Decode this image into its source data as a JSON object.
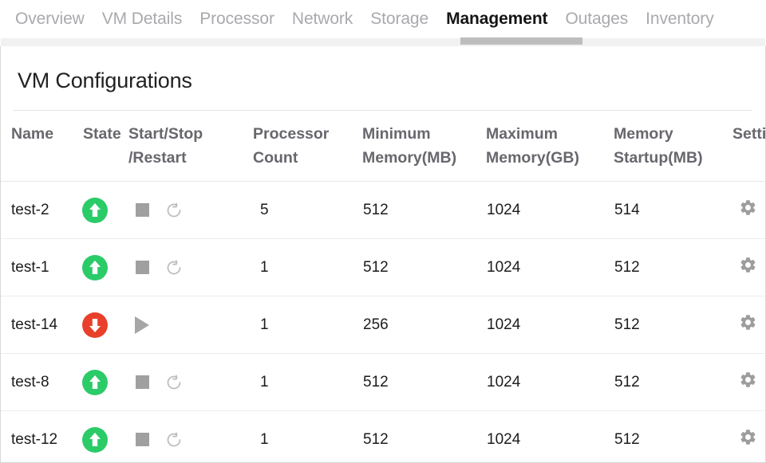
{
  "tabs": [
    {
      "label": "Overview",
      "active": false
    },
    {
      "label": "VM Details",
      "active": false
    },
    {
      "label": "Processor",
      "active": false
    },
    {
      "label": "Network",
      "active": false
    },
    {
      "label": "Storage",
      "active": false
    },
    {
      "label": "Management",
      "active": true
    },
    {
      "label": "Outages",
      "active": false
    },
    {
      "label": "Inventory",
      "active": false
    }
  ],
  "card": {
    "title": "VM Configurations"
  },
  "table": {
    "headers": {
      "name": "Name",
      "state": "State",
      "actions_line1": "Start/Stop",
      "actions_line2": "/Restart",
      "processor_line1": "Processor",
      "processor_line2": "Count",
      "min_memory_line1": "Minimum",
      "min_memory_line2": "Memory(MB)",
      "max_memory_line1": "Maximum",
      "max_memory_line2": "Memory(GB)",
      "startup_memory_line1": "Memory",
      "startup_memory_line2": "Startup(MB)",
      "settings": "Settings"
    },
    "rows": [
      {
        "name": "test-2",
        "state": "running",
        "actions": [
          "stop-icon",
          "restart-icon"
        ],
        "processor_count": "5",
        "minimum_memory_mb": "512",
        "maximum_memory_gb": "1024",
        "memory_startup_mb": "514",
        "settings": "gear-icon"
      },
      {
        "name": "test-1",
        "state": "running",
        "actions": [
          "stop-icon",
          "restart-icon"
        ],
        "processor_count": "1",
        "minimum_memory_mb": "512",
        "maximum_memory_gb": "1024",
        "memory_startup_mb": "512",
        "settings": "gear-icon"
      },
      {
        "name": "test-14",
        "state": "stopped",
        "actions": [
          "start-icon"
        ],
        "processor_count": "1",
        "minimum_memory_mb": "256",
        "maximum_memory_gb": "1024",
        "memory_startup_mb": "512",
        "settings": "gear-icon"
      },
      {
        "name": "test-8",
        "state": "running",
        "actions": [
          "stop-icon",
          "restart-icon"
        ],
        "processor_count": "1",
        "minimum_memory_mb": "512",
        "maximum_memory_gb": "1024",
        "memory_startup_mb": "512",
        "settings": "gear-icon"
      },
      {
        "name": "test-12",
        "state": "running",
        "actions": [
          "stop-icon",
          "restart-icon"
        ],
        "processor_count": "1",
        "minimum_memory_mb": "512",
        "maximum_memory_gb": "1024",
        "memory_startup_mb": "512",
        "settings": "gear-icon"
      }
    ]
  },
  "colors": {
    "running": "#2bcb68",
    "stopped": "#e8402a",
    "icon_gray": "#a0a0a0",
    "header_text": "#67676d",
    "active_tab_indicator": "#bdbdbd"
  }
}
